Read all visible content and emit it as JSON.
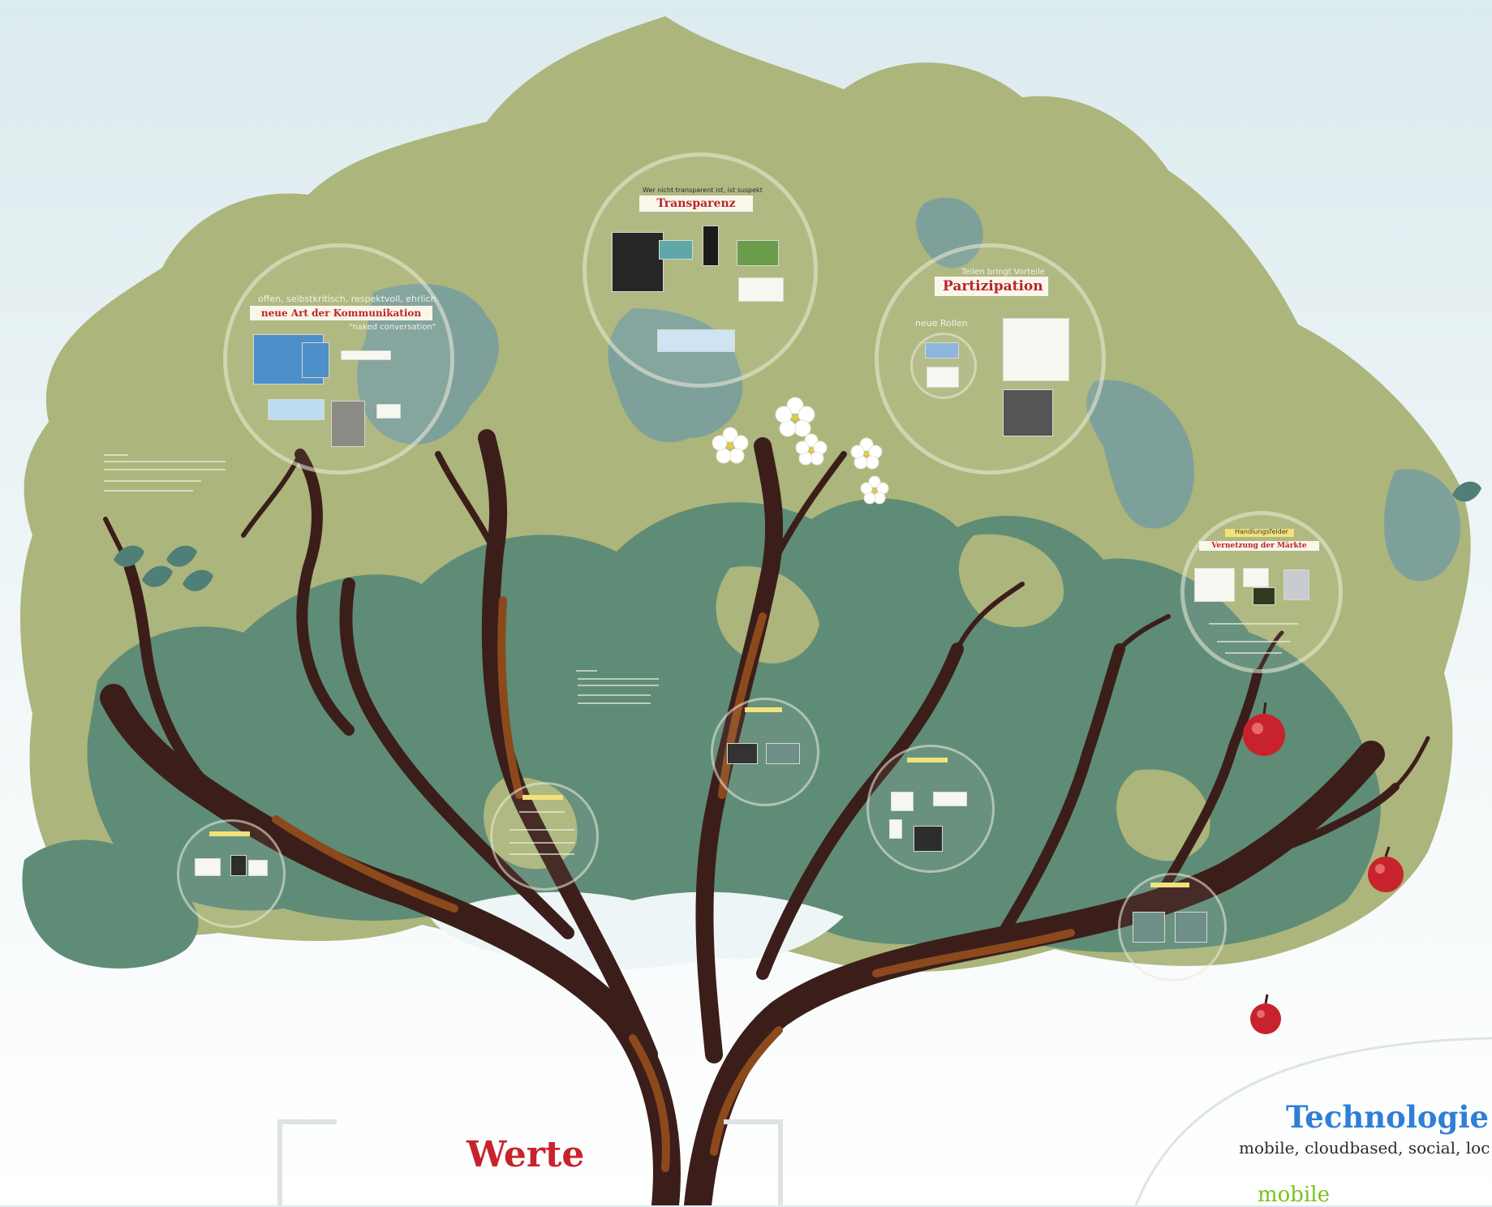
{
  "canvas_colors": {
    "sky_top": "#dcebee",
    "foliage_light": "#acb57b",
    "foliage_mid": "#5f8c77",
    "foliage_teal": "#7ea09a",
    "trunk_dark": "#3b1e1a",
    "trunk_brown": "#8c4a1c",
    "apple_red": "#c8232c",
    "title_red": "#c8232c",
    "tech_blue": "#2f7fd6",
    "mobile_green": "#77c51f"
  },
  "topics": {
    "kommunikation": {
      "subtitle": "offen, selbstkritisch, respektvoll, ehrlich",
      "title": "neue Art der Kommunikation",
      "quote": "\"naked conversation\""
    },
    "transparenz": {
      "subtitle": "Wer nicht transparent ist, ist suspekt",
      "title": "Transparenz"
    },
    "partizipation": {
      "subtitle": "Teilen bringt Vorteile",
      "title": "Partizipation",
      "sub_label": "neue Rollen"
    },
    "maerkte": {
      "tag": "Handlungsfelder",
      "title": "Vernetzung der Märkte"
    }
  },
  "bottom": {
    "werte": "Werte",
    "technologie": "Technologie",
    "tech_sub": "mobile, cloudbased, social, loc",
    "mobile": "mobile"
  },
  "icons": [
    "white-blossom-icon",
    "apple-icon",
    "leaf-icon"
  ]
}
